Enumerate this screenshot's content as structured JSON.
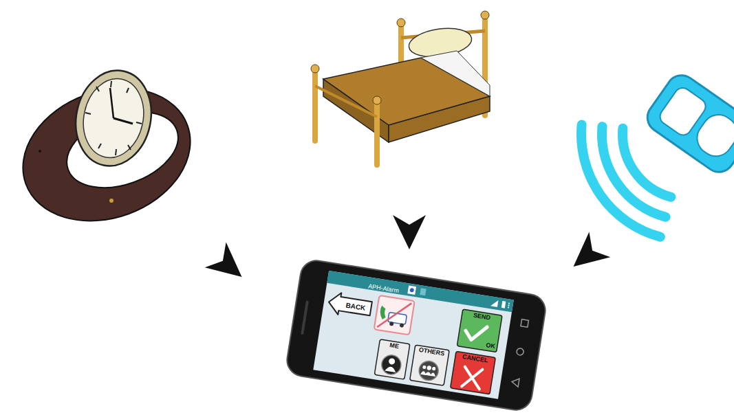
{
  "diagram": {
    "nodes": [
      {
        "text": [
          "APH-Alarm"
        ]
      },
      {
        "text": [
          "BACK"
        ],
        "in": 0
      },
      {
        "text": [
          "SEND",
          "OK"
        ],
        "in": 0
      },
      {
        "text": [
          "ME"
        ],
        "in": 0
      },
      {
        "text": [
          "OTHERS"
        ],
        "in": 0
      },
      {
        "text": [
          "CANCEL"
        ],
        "in": 0
      }
    ]
  }
}
